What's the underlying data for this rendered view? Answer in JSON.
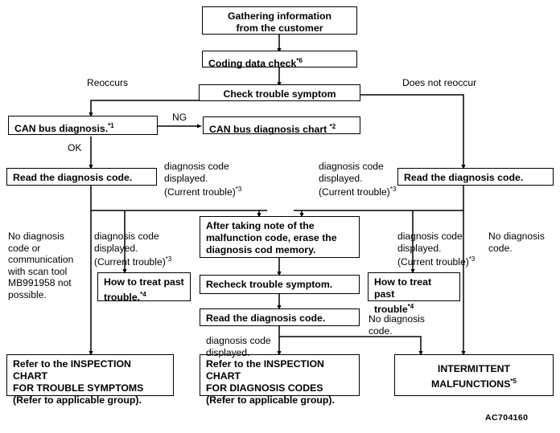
{
  "diagram": {
    "title": "Troubleshooting flow chart",
    "reference_code": "AC704160",
    "boxes": [
      {
        "id": "gathering",
        "text": "Gathering information\nfrom the customer"
      },
      {
        "id": "coding_check",
        "text": "Coding data check*6"
      },
      {
        "id": "check_symptom",
        "text": "Check trouble symptom"
      },
      {
        "id": "can_bus_diag",
        "text": "CAN bus diagnosis.*1"
      },
      {
        "id": "can_bus_chart",
        "text": "CAN bus diagnosis chart *2"
      },
      {
        "id": "read_code_left",
        "text": "Read the diagnosis code."
      },
      {
        "id": "read_code_right",
        "text": "Read the diagnosis code."
      },
      {
        "id": "past_trouble_left",
        "text": "How to treat past\ntrouble.*4"
      },
      {
        "id": "erase_memory",
        "text": "After taking note of the\nmalfunction code, erase the\ndiagnosis cod memory."
      },
      {
        "id": "past_trouble_right",
        "text": "How to treat past\ntrouble*4"
      },
      {
        "id": "recheck_symptom",
        "text": "Recheck trouble symptom."
      },
      {
        "id": "read_code_mid",
        "text": "Read the diagnosis code."
      },
      {
        "id": "inspection_symptoms",
        "text": "Refer to the INSPECTION CHART\nFOR TROUBLE SYMPTOMS\n(Refer to applicable group)."
      },
      {
        "id": "inspection_codes",
        "text": "Refer to the INSPECTION CHART\nFOR DIAGNOSIS CODES\n(Refer to applicable group)."
      },
      {
        "id": "intermittent",
        "text": "INTERMITTENT MALFUNCTIONS*5"
      }
    ],
    "labels": [
      {
        "id": "reoccurs",
        "text": "Reoccurs"
      },
      {
        "id": "does_not_reoccur",
        "text": "Does not reoccur"
      },
      {
        "id": "ng",
        "text": "NG"
      },
      {
        "id": "ok",
        "text": "OK"
      },
      {
        "id": "code_displayed_left_upper",
        "text": "diagnosis code\ndisplayed.\n(Current trouble)*3"
      },
      {
        "id": "code_displayed_right_upper",
        "text": "diagnosis code\ndisplayed.\n(Current trouble)*3"
      },
      {
        "id": "no_code_left",
        "text": "No diagnosis\ncode or\ncommunication\nwith scan tool\nMB991958 not\npossible."
      },
      {
        "id": "code_displayed_left_lower",
        "text": "diagnosis  code\ndisplayed.\n(Current trouble)*3"
      },
      {
        "id": "code_displayed_right_lower",
        "text": "diagnosis code\ndisplayed.\n(Current trouble)*3"
      },
      {
        "id": "no_code_right",
        "text": "No diagnosis\ncode."
      },
      {
        "id": "code_displayed_mid",
        "text": "diagnosis  code\ndisplayed."
      },
      {
        "id": "no_code_mid",
        "text": "No diagnosis\ncode."
      }
    ]
  },
  "colors": {
    "line": "#000000",
    "background": "#ffffff",
    "text": "#000000"
  }
}
